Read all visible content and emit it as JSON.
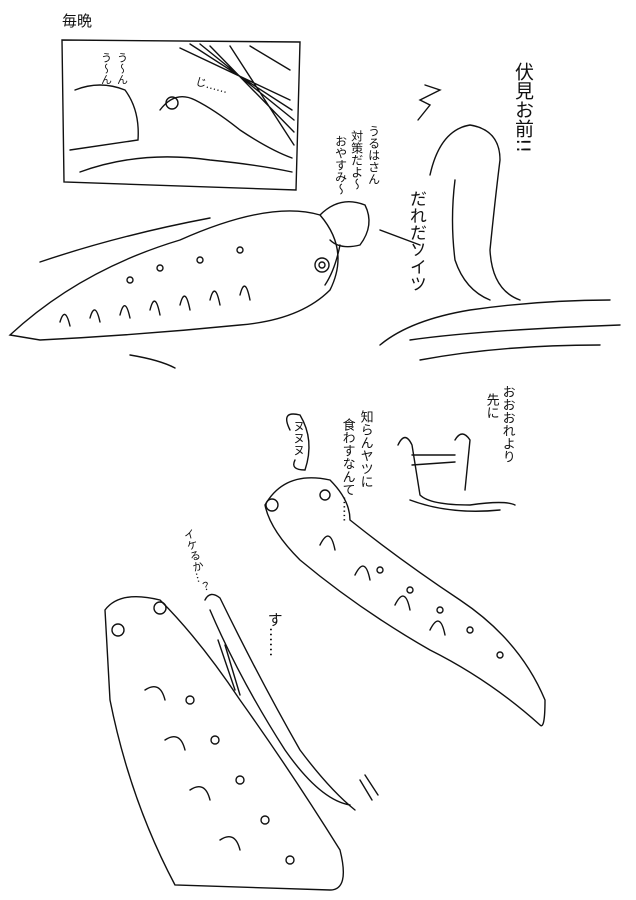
{
  "panel1": {
    "title": "毎晩",
    "groan_1": "う〜ん",
    "groan_2": "う〜ん",
    "stare": "じ……"
  },
  "panel2": {
    "girl_line_1": "うるはさん",
    "girl_line_2": "対策だよ〜",
    "girl_line_3": "おやすみ〜",
    "snake_shout": "伏見お前!!",
    "snake_question": "だれだソイツ"
  },
  "panel3": {
    "small_snake_line_1": "おおおれより",
    "small_snake_line_2": "先に",
    "small_snake_line_3": "知らんヤツに",
    "small_snake_line_4": "食わすなんて……",
    "bubble": "ヌヌヌ",
    "worm_question": "イケるか…？",
    "sfx": "す……"
  }
}
